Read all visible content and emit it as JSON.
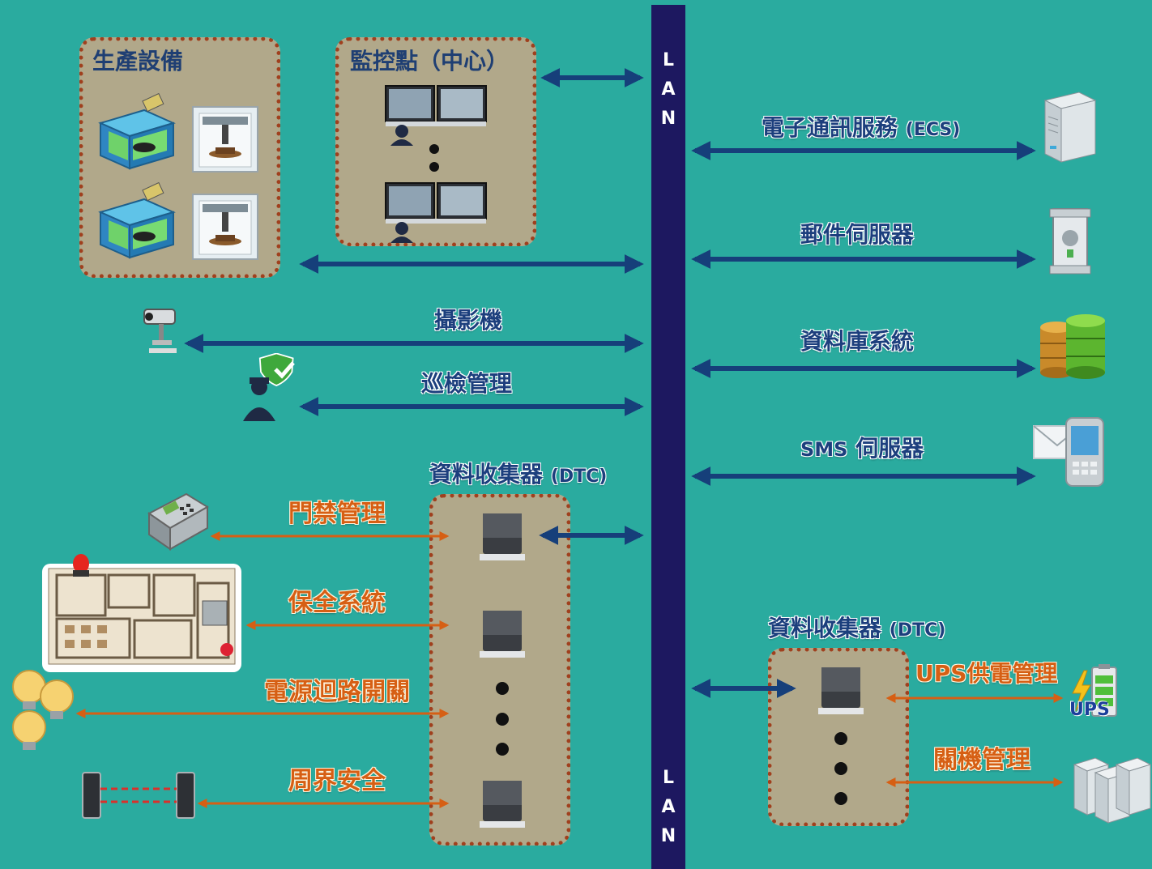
{
  "lan": {
    "letters": [
      "L",
      "A",
      "N"
    ]
  },
  "groups": {
    "production": {
      "title": "生產設備"
    },
    "monitor": {
      "title": "監控點（中心）"
    },
    "dtc_left": {
      "title": "資料收集器",
      "suffix": "(DTC)"
    },
    "dtc_right": {
      "title": "資料收集器",
      "suffix": "(DTC)"
    }
  },
  "links": {
    "camera": "攝影機",
    "patrol": "巡檢管理"
  },
  "servers": {
    "ecs": {
      "name": "電子通訊服務",
      "suffix": "(ECS)"
    },
    "mail": "郵件伺服器",
    "db": "資料庫系統",
    "sms": {
      "name": "SMS",
      "suffix": "伺服器"
    }
  },
  "dtc_left_links": {
    "access": "門禁管理",
    "security": "保全系統",
    "power": "電源迴路開關",
    "perimeter": "周界安全"
  },
  "dtc_right_links": {
    "ups": "UPS供電管理",
    "shutdown": "關機管理",
    "ups_icon_text": "UPS"
  },
  "colors": {
    "background": "#2aab9f",
    "lan": "#1d1860",
    "arrow_blue": "#163f7a",
    "arrow_orange": "#d65f14",
    "box_fill": "#b1a88a",
    "box_border": "#a0401e"
  }
}
